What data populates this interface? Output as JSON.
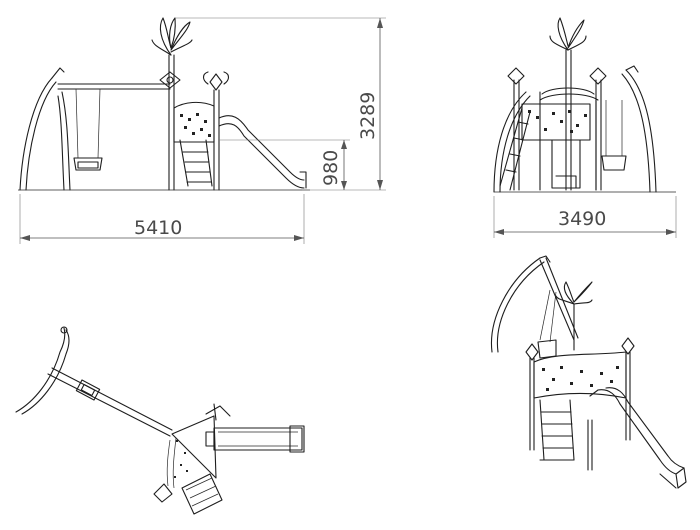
{
  "dimensions": {
    "length": "5410",
    "width": "3490",
    "height": "3289",
    "platform_height": "980"
  }
}
